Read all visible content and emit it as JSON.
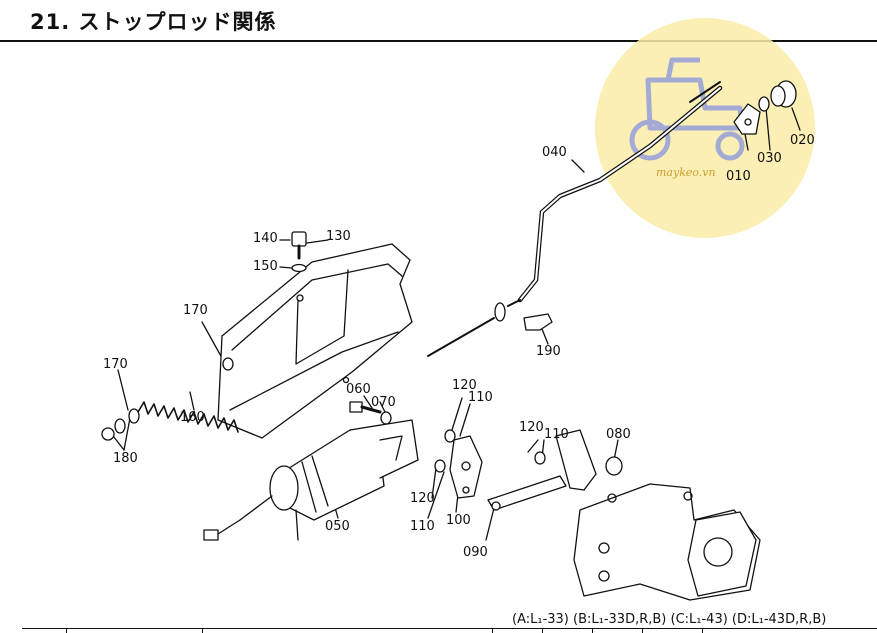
{
  "header": {
    "title": "21. ストップロッド関係"
  },
  "watermark": {
    "text": "maykeo.vn",
    "disc_color": "#fbeca8",
    "icon": "tractor-icon",
    "icon_color": "#9aa3d8"
  },
  "parts": {
    "p010": "010",
    "p020": "020",
    "p030": "030",
    "p040": "040",
    "p050": "050",
    "p060": "060",
    "p070": "070",
    "p080": "080",
    "p090": "090",
    "p100": "100",
    "p110a": "110",
    "p110b": "110",
    "p110c": "110",
    "p120a": "120",
    "p120b": "120",
    "p120c": "120",
    "p130": "130",
    "p140": "140",
    "p150": "150",
    "p160": "160",
    "p170a": "170",
    "p170b": "170",
    "p180": "180",
    "p190": "190"
  },
  "footer": {
    "variants": "(A:L₁-33) (B:L₁-33D,R,B) (C:L₁-43) (D:L₁-43D,R,B)"
  }
}
